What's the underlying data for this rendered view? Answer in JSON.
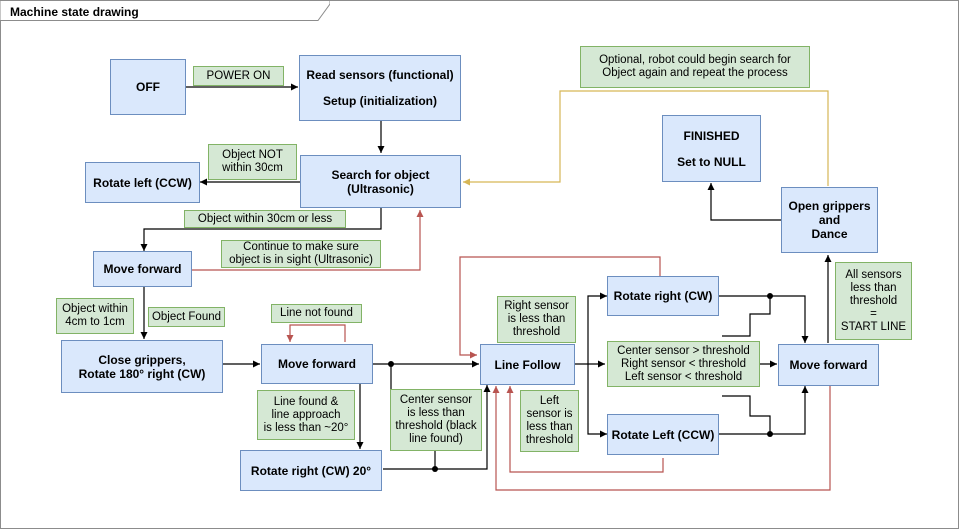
{
  "title": "Machine state drawing",
  "colors": {
    "state_fill": "#dae8fc",
    "state_border": "#6c8ebf",
    "note_fill": "#d5e8d4",
    "note_border": "#82b366",
    "black_edge": "#000000",
    "red_edge": "#b85450",
    "orange_edge": "#d6b656"
  },
  "states": {
    "off": "OFF",
    "read_sensors": {
      "line1": "Read sensors (functional)",
      "line2": "Setup (initialization)"
    },
    "rotate_left_ccw": "Rotate left (CCW)",
    "search": {
      "line1": "Search for object",
      "line2": "(Ultrasonic)"
    },
    "move_forward_1": "Move forward",
    "close_grippers": {
      "line1": "Close grippers,",
      "line2": "Rotate 180° right (CW)"
    },
    "move_forward_2": "Move forward",
    "rotate_right_20": "Rotate right (CW) 20°",
    "line_follow": "Line Follow",
    "rotate_right_cw": "Rotate right (CW)",
    "rotate_left_ccw_2": "Rotate Left (CCW)",
    "move_forward_3": "Move forward",
    "open_grippers": {
      "line1": "Open grippers",
      "line2": "and",
      "line3": "Dance"
    },
    "finished": {
      "line1": "FINISHED",
      "line2": "Set to NULL"
    }
  },
  "notes": {
    "power_on": "POWER ON",
    "not_within": {
      "line1": "Object NOT",
      "line2": "within 30cm"
    },
    "within_30": "Object within 30cm or less",
    "continue": {
      "line1": "Continue to make sure",
      "line2": "object is in sight (Ultrasonic)"
    },
    "within_4": {
      "line1": "Object within",
      "line2": "4cm to 1cm"
    },
    "object_found": "Object Found",
    "line_not_found": "Line not found",
    "line_found": {
      "line1": "Line found &",
      "line2": "line approach",
      "line3": "is less than ~20°"
    },
    "center_sensor": {
      "line1": "Center sensor",
      "line2": "is less than",
      "line3": "threshold (black",
      "line4": "line found)"
    },
    "right_sensor": {
      "line1": "Right sensor",
      "line2": "is less than",
      "line3": "threshold"
    },
    "left_sensor": {
      "line1": "Left",
      "line2": "sensor is",
      "line3": "less than",
      "line4": "threshold"
    },
    "center_gt": {
      "line1": "Center sensor > threshold",
      "line2": "Right sensor < threshold",
      "line3": "Left sensor < threshold"
    },
    "all_sensors": {
      "line1": "All sensors",
      "line2": "less than",
      "line3": "threshold",
      "line4": "=",
      "line5": "START LINE"
    },
    "optional": {
      "line1": "Optional, robot could begin search for",
      "line2": "Object again and repeat the process"
    }
  }
}
